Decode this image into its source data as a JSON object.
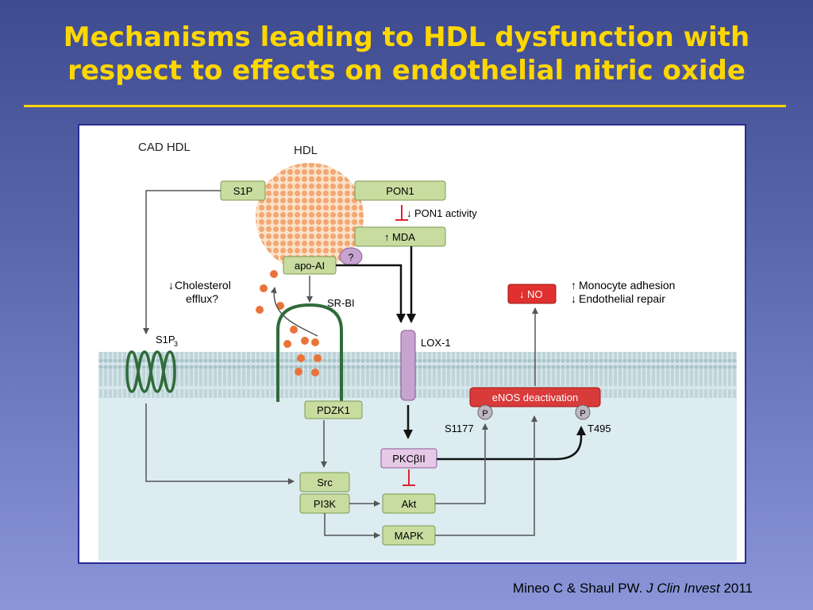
{
  "slide": {
    "title_line1": "Mechanisms leading to HDL dysfunction with",
    "title_line2": "respect to effects on endothelial nitric oxide",
    "citation_authors": "Mineo C & Shaul PW.",
    "citation_journal": "J Clin Invest",
    "citation_year": "2011"
  },
  "diagram": {
    "cad_hdl": "CAD HDL",
    "hdl": "HDL",
    "s1p": "S1P",
    "pon1": "PON1",
    "pon1_activity": "PON1 activity",
    "mda": "MDA",
    "apo_ai": "apo-AI",
    "unknown": "?",
    "cholesterol_line1": "Cholesterol",
    "cholesterol_line2": "efflux?",
    "sr_bi": "SR-BI",
    "s1p3": "S1P",
    "s1p3_sub": "3",
    "lox1": "LOX-1",
    "no": "NO",
    "monocyte": "Monocyte adhesion",
    "endothelial": "Endothelial repair",
    "enos": "eNOS deactivation",
    "p": "P",
    "s1177": "S1177",
    "t495": "T495",
    "pdzk1": "PDZK1",
    "pkc_prefix": "PKC",
    "pkc_beta": "β",
    "pkc_suffix": "II",
    "src": "Src",
    "pi3k": "PI3K",
    "akt": "Akt",
    "mapk": "MAPK"
  },
  "colors": {
    "title": "#ffd700",
    "box_green": "#c8dca0",
    "box_green_border": "#7a9a50",
    "no_box": "#e03030",
    "enos_box": "#d93a3a",
    "lox1": "#c7a3d0",
    "pkc": "#e6c9e6",
    "membrane": "#bcd3d8",
    "cytoplasm": "#dcecf0",
    "hdl_particle": "#f0a070",
    "receptor": "#2f6b3a"
  },
  "icons": [
    "up-arrow-icon",
    "down-arrow-icon",
    "inhibition-bar-icon",
    "phosphate-icon"
  ]
}
